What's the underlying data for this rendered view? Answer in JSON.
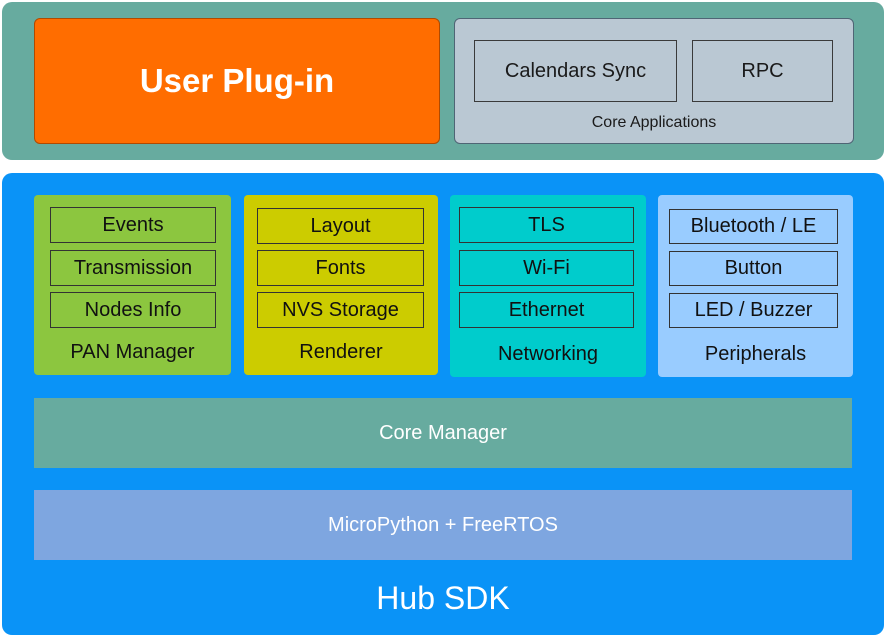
{
  "top": {
    "user_plugin": "User Plug-in",
    "core_applications": {
      "label": "Core Applications",
      "items": [
        "Calendars Sync",
        "RPC"
      ]
    }
  },
  "sdk": {
    "label": "Hub SDK",
    "groups": [
      {
        "label": "PAN Manager",
        "items": [
          "Events",
          "Transmission",
          "Nodes Info"
        ],
        "color": "#8CC63F"
      },
      {
        "label": "Renderer",
        "items": [
          "Layout",
          "Fonts",
          "NVS Storage"
        ],
        "color": "#CCCC00"
      },
      {
        "label": "Networking",
        "items": [
          "TLS",
          "Wi-Fi",
          "Ethernet"
        ],
        "color": "#00CCCC"
      },
      {
        "label": "Peripherals",
        "items": [
          "Bluetooth / LE",
          "Button",
          "LED / Buzzer"
        ],
        "color": "#99CCFF"
      }
    ],
    "core_manager": "Core Manager",
    "os_layer": "MicroPython + FreeRTOS"
  },
  "colors": {
    "top_band": "#67AB9F",
    "user_plugin": "#FF6D00",
    "core_apps": "#BAC8D3",
    "sdk_band": "#0A93F7",
    "core_manager": "#67AB9F",
    "os_layer": "#7EA6E0"
  }
}
